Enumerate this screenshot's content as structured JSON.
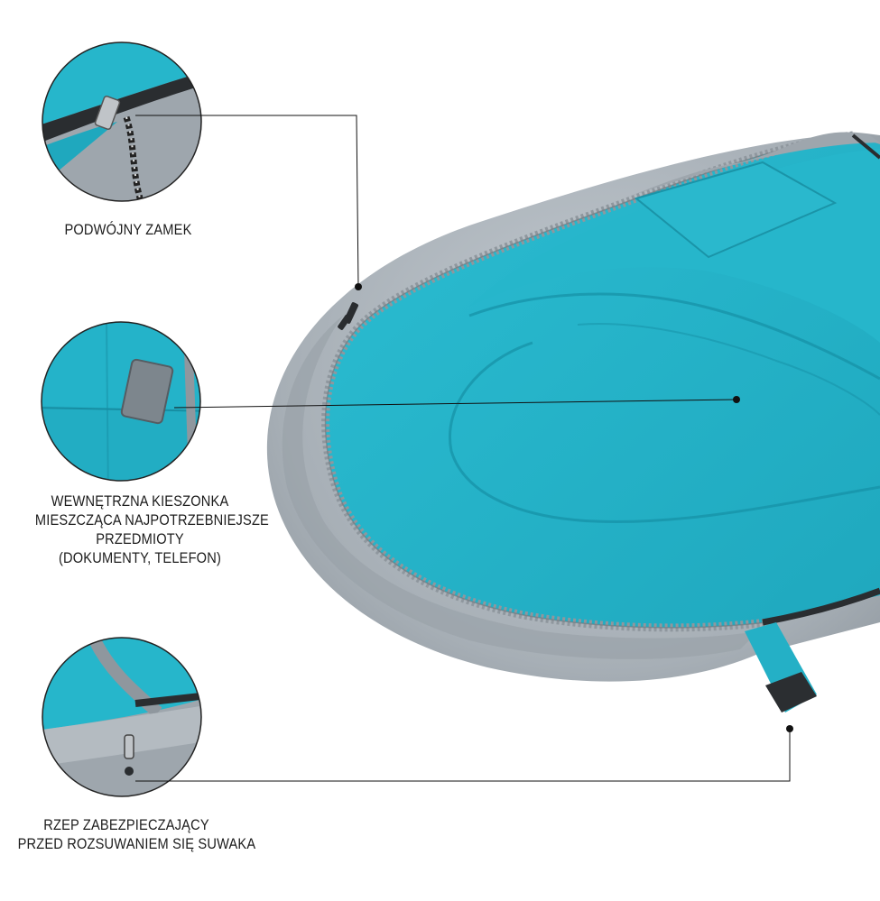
{
  "features": [
    {
      "id": "double-zipper",
      "lines": [
        "PODWÓJNY ZAMEK"
      ]
    },
    {
      "id": "inner-pocket",
      "lines": [
        "WEWNĘTRZNA KIESZONKA",
        "MIESZCZĄCA NAJPOTRZEBNIEJSZE",
        "PRZEDMIOTY",
        "(DOKUMENTY, TELEFON)"
      ]
    },
    {
      "id": "velcro-strap",
      "lines": [
        "RZEP ZABEZPIECZAJĄCY",
        "PRZED ROZSUWANIEM  SIĘ SUWAKA"
      ]
    }
  ],
  "palette": {
    "teal": "#24b3c9",
    "teal_dark": "#1a9bb2",
    "grey": "#a9b1b8",
    "grey_dark": "#8c949b",
    "zipper": "#2a2d30",
    "line": "#111111"
  }
}
